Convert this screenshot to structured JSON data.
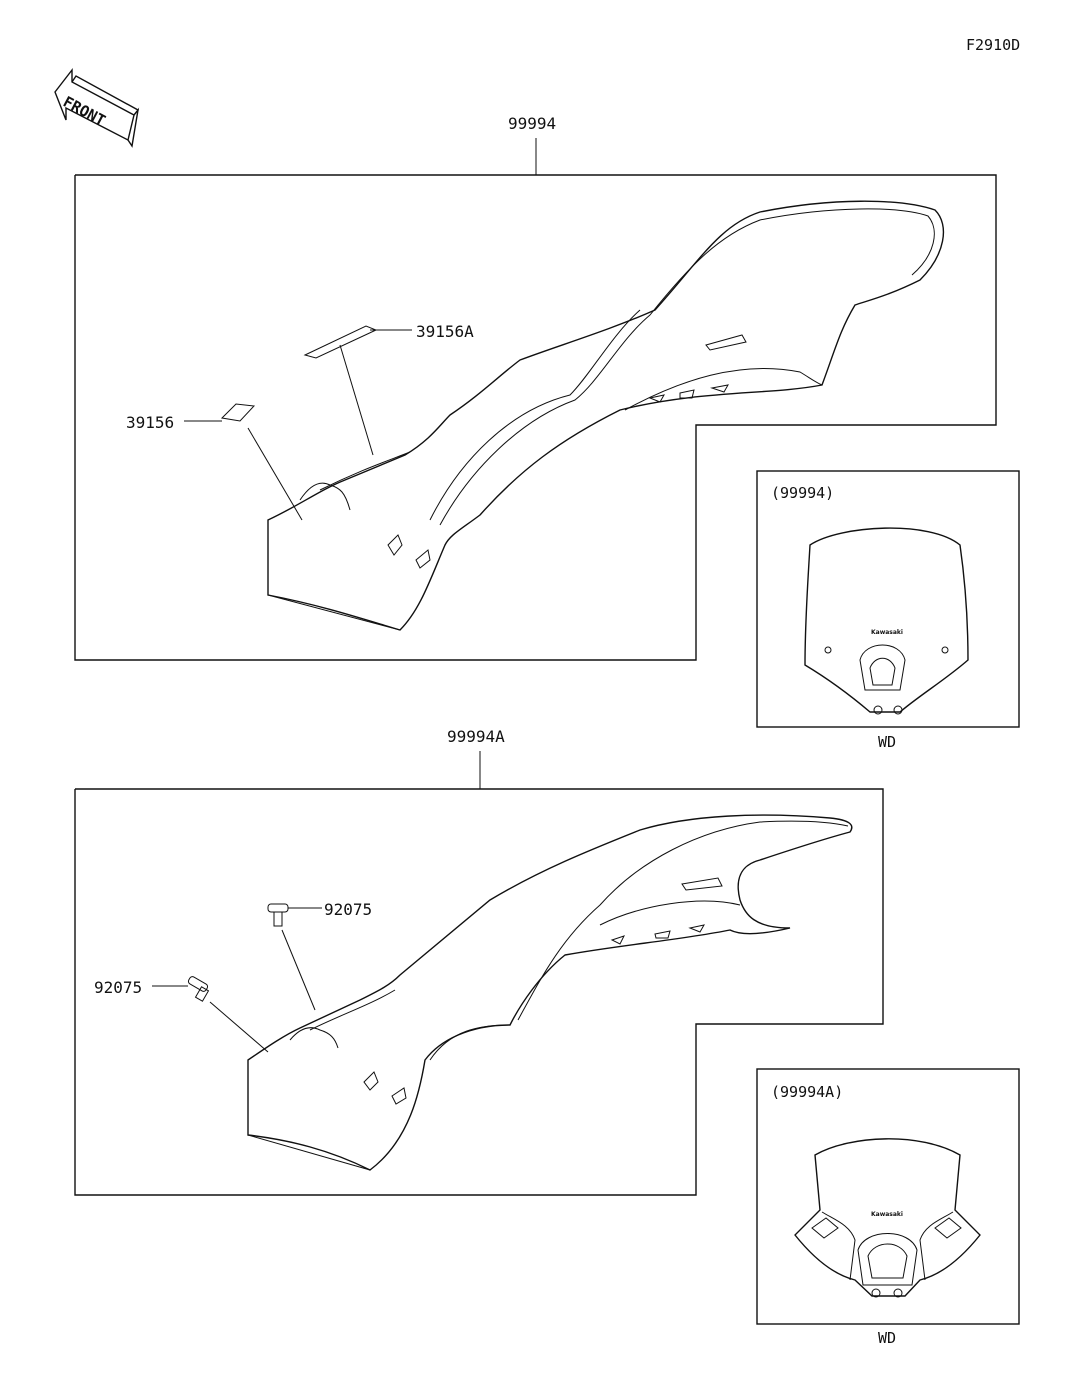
{
  "diagram_code": "F2910D",
  "front_arrow_label": "FRONT",
  "kits": [
    {
      "part_number": "99994",
      "callouts": [
        "39156A",
        "39156"
      ],
      "inset": {
        "title": "(99994)",
        "caption": "WD",
        "logo_text": "Kawasaki"
      }
    },
    {
      "part_number": "99994A",
      "callouts": [
        "92075",
        "92075"
      ],
      "inset": {
        "title": "(99994A)",
        "caption": "WD",
        "logo_text": "Kawasaki"
      }
    }
  ],
  "colors": {
    "line": "#111111",
    "background": "#ffffff"
  }
}
